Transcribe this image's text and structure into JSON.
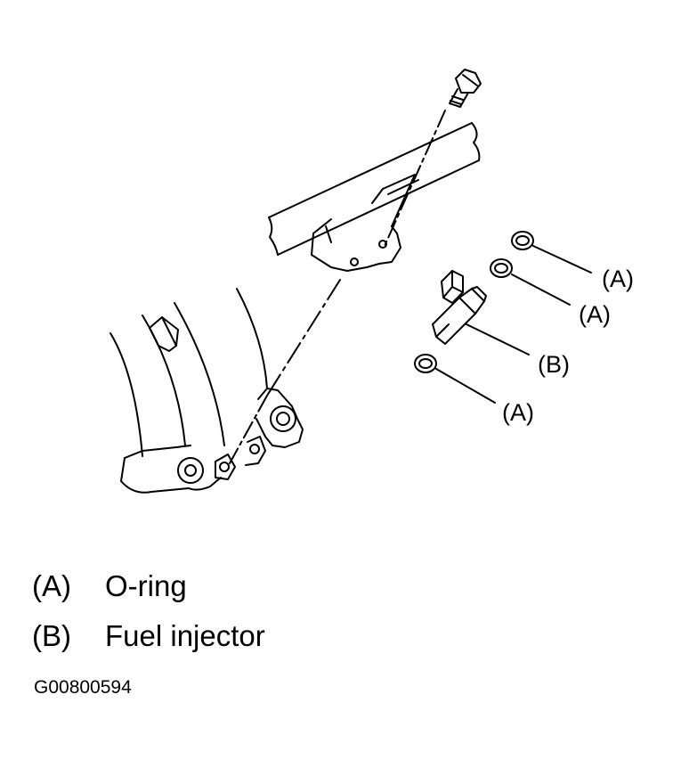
{
  "callouts": {
    "a1": "(A)",
    "a2": "(A)",
    "b": "(B)",
    "a3": "(A)"
  },
  "legend": [
    {
      "key": "(A)",
      "label": "O-ring"
    },
    {
      "key": "(B)",
      "label": "Fuel injector"
    }
  ],
  "figure_code": "G00800594"
}
